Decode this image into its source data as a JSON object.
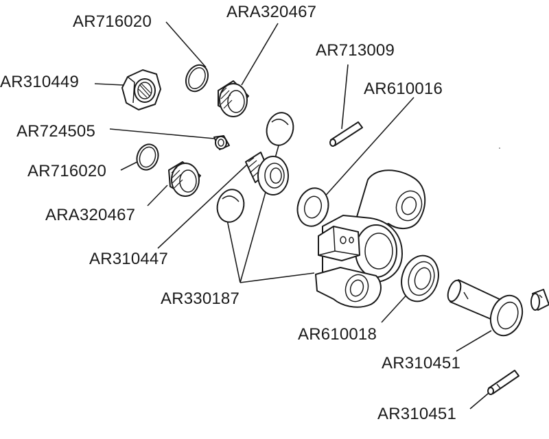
{
  "labels": {
    "ar716020_top": "AR716020",
    "ara320467_top": "ARA320467",
    "ar713009": "AR713009",
    "ar310449": "AR310449",
    "ar610016": "AR610016",
    "ar724505": "AR724505",
    "ar716020_mid": "AR716020",
    "ara320467_mid": "ARA320467",
    "ar310447": "AR310447",
    "ar330187": "AR330187",
    "ar610018": "AR610018",
    "ar310451_mid": "AR310451",
    "ar310451_bottom": "AR310451"
  }
}
